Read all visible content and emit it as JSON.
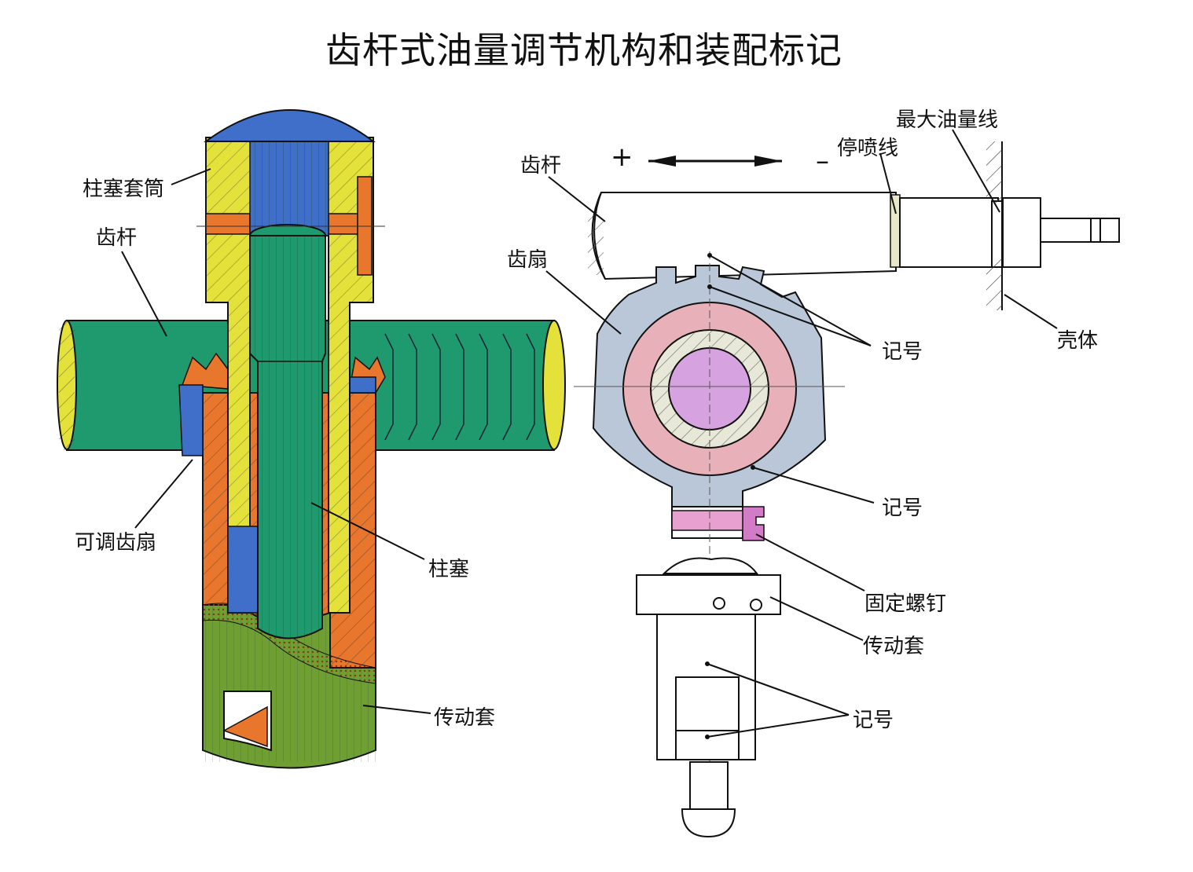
{
  "title": "齿杆式油量调节机构和装配标记",
  "left_labels": {
    "sleeve": "柱塞套筒",
    "rack": "齿杆",
    "sector": "可调齿扇",
    "plunger": "柱塞",
    "drive": "传动套"
  },
  "right_labels": {
    "rack": "齿杆",
    "plus": "+",
    "minus": "–",
    "stop_line": "停喷线",
    "max_line": "最大油量线",
    "sector": "齿扇",
    "mark1": "记号",
    "housing": "壳体",
    "mark2": "记号",
    "screw": "固定螺钉",
    "drive": "传动套",
    "mark3": "记号"
  },
  "colors": {
    "blue": "#3f6fc8",
    "yellow": "#e4e23a",
    "orange": "#e8762c",
    "green": "#1f9a6e",
    "olive": "#6f9f33",
    "gray_blue": "#b9c7d9",
    "pink": "#e8b0b8",
    "magenta": "#d6a3e0"
  }
}
